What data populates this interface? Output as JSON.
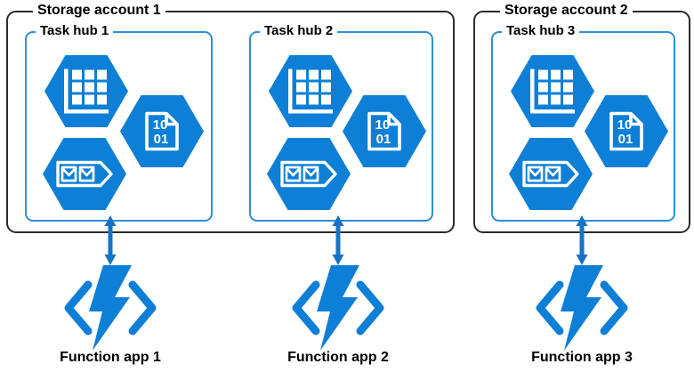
{
  "diagram": {
    "description": "Azure Durable Functions task hub architecture diagram"
  },
  "storage_accounts": [
    {
      "label": "Storage account 1",
      "task_hubs": [
        {
          "label": "Task hub 1"
        },
        {
          "label": "Task hub 2"
        }
      ]
    },
    {
      "label": "Storage account 2",
      "task_hubs": [
        {
          "label": "Task hub 3"
        }
      ]
    }
  ],
  "function_apps": [
    {
      "label": "Function app 1"
    },
    {
      "label": "Function app 2"
    },
    {
      "label": "Function app 3"
    }
  ],
  "icons": {
    "table_hexagon": "table-storage-icon",
    "blob_hexagon": "blob-file-icon",
    "blob_text_line1": "10",
    "blob_text_line2": "01",
    "queue_hexagon": "queue-storage-icon",
    "function_icon": "function-lightning-icon",
    "arrow_icon": "bidirectional-arrow-icon"
  },
  "colors": {
    "azure_blue": "#0E7FD6",
    "hub_border_blue": "#2E8FD8",
    "storage_border": "#2B2B2B",
    "arrow_blue": "#1573C6",
    "text": "#000000",
    "background": "#FFFFFF"
  }
}
